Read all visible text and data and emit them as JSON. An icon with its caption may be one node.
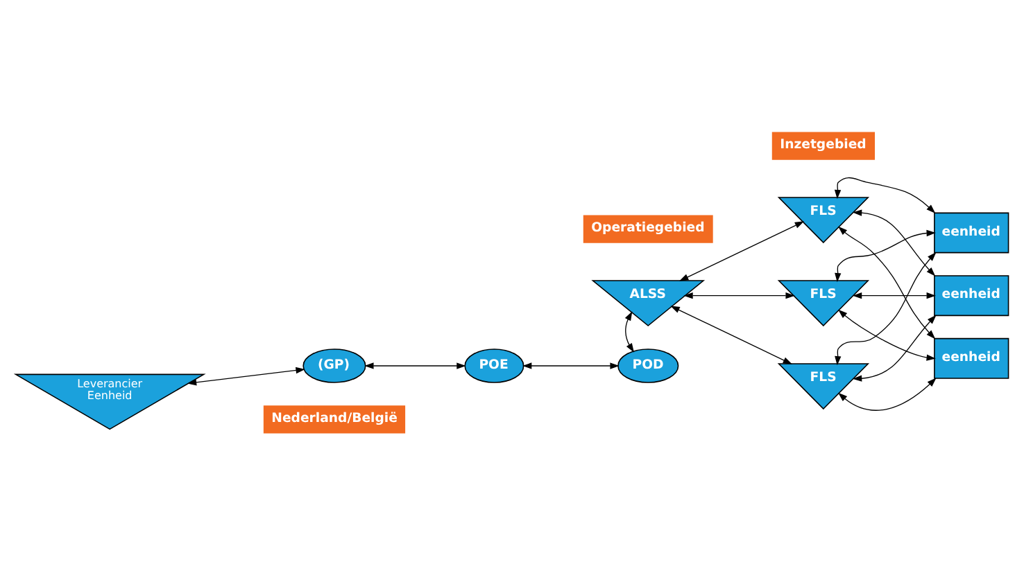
{
  "diagram": {
    "nodes": [
      {
        "text": [
          "Leverancier",
          "Eenheid"
        ]
      },
      {
        "text": [
          "(GP)"
        ]
      },
      {
        "text": [
          "POE"
        ]
      },
      {
        "text": [
          "POD"
        ]
      },
      {
        "text": [
          "ALSS"
        ]
      },
      {
        "text": [
          "FLS"
        ]
      },
      {
        "text": [
          "FLS"
        ]
      },
      {
        "text": [
          "FLS"
        ]
      },
      {
        "text": [
          "eenheid"
        ]
      },
      {
        "text": [
          "eenheid"
        ]
      },
      {
        "text": [
          "eenheid"
        ]
      },
      {
        "text": [
          "Nederland/België"
        ]
      },
      {
        "text": [
          "Operatiegebied"
        ]
      },
      {
        "text": [
          "Inzetgebied"
        ]
      }
    ],
    "edges": [
      {
        "from": 0,
        "to": 1,
        "arrow": "both"
      },
      {
        "from": 1,
        "to": 2,
        "arrow": "both"
      },
      {
        "from": 2,
        "to": 3,
        "arrow": "both"
      },
      {
        "from": 3,
        "to": 4,
        "arrow": "both"
      },
      {
        "from": 4,
        "to": 5,
        "arrow": "both"
      },
      {
        "from": 4,
        "to": 6,
        "arrow": "both"
      },
      {
        "from": 4,
        "to": 7,
        "arrow": "both"
      },
      {
        "from": 5,
        "to": 8,
        "arrow": "both"
      },
      {
        "from": 5,
        "to": 9,
        "arrow": "both"
      },
      {
        "from": 5,
        "to": 10,
        "arrow": "both"
      },
      {
        "from": 6,
        "to": 8,
        "arrow": "both"
      },
      {
        "from": 6,
        "to": 9,
        "arrow": "both"
      },
      {
        "from": 6,
        "to": 10,
        "arrow": "both"
      },
      {
        "from": 7,
        "to": 8,
        "arrow": "both"
      },
      {
        "from": 7,
        "to": 9,
        "arrow": "both"
      },
      {
        "from": 7,
        "to": 10,
        "arrow": "both"
      }
    ]
  }
}
